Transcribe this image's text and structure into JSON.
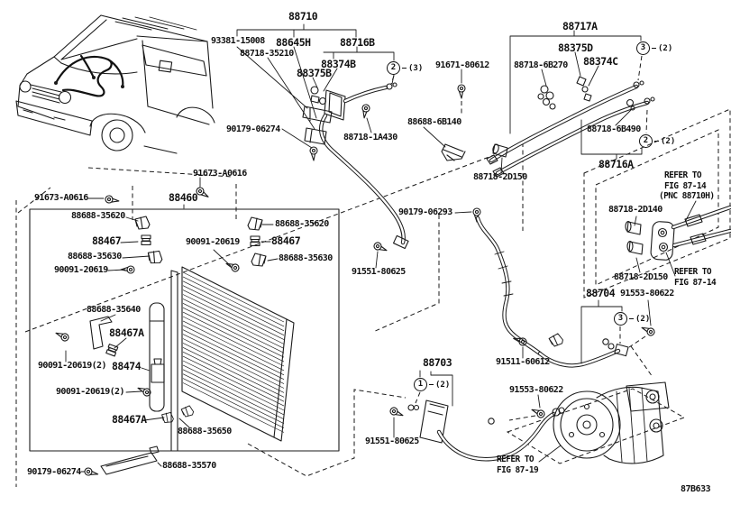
{
  "diagram": {
    "drawing_code": "87B633",
    "parts": {
      "assembly_88710": "88710",
      "p93381_15008": "93381-15008",
      "p88645H": "88645H",
      "p88716B": "88716B",
      "p88718_35210": "88718-35210",
      "p88374B": "88374B",
      "p88375B": "88375B",
      "p90179_06274": "90179-06274",
      "p88718_1A430": "88718-1A430",
      "p91671_80612": "91671-80612",
      "p88718_6B270": "88718-6B270",
      "assembly_88717A": "88717A",
      "p88375D": "88375D",
      "p88374C": "88374C",
      "p88688_6B140": "88688-6B140",
      "p88718_6B490": "88718-6B490",
      "assembly_88716A": "88716A",
      "p88718_2D150": "88718-2D150",
      "p88718_2D140": "88718-2D140",
      "p91673_A0616": "91673-A0616",
      "assembly_88460": "88460",
      "p88688_35620": "88688-35620",
      "p88467": "88467",
      "p88688_35630": "88688-35630",
      "p90091_20619": "90091-20619",
      "p90091_20619_x2": "90091-20619(2)",
      "p90179_06293": "90179-06293",
      "p91551_80625": "91551-80625",
      "p88688_35640": "88688-35640",
      "p88467A": "88467A",
      "p88474": "88474",
      "p88688_35650": "88688-35650",
      "p88688_35570": "88688-35570",
      "assembly_88703": "88703",
      "p91511_60612": "91511-60612",
      "p91553_80622": "91553-80622",
      "assembly_88704": "88704"
    },
    "callouts": {
      "c1": {
        "num": "1",
        "count": "(2)"
      },
      "c2_pipe_top": {
        "num": "2",
        "count": "(3)"
      },
      "c2_pipe_right": {
        "num": "2",
        "count": "(2)"
      },
      "c3_top": {
        "num": "3",
        "count": "(2)"
      },
      "c3_bottom": {
        "num": "3",
        "count": "(2)"
      }
    },
    "references": {
      "refer_to": "REFER TO",
      "fig_87_14": "FIG 87-14",
      "pnc_88710h": "(PNC 88710H)",
      "fig_87_19": "FIG 87-19"
    }
  }
}
